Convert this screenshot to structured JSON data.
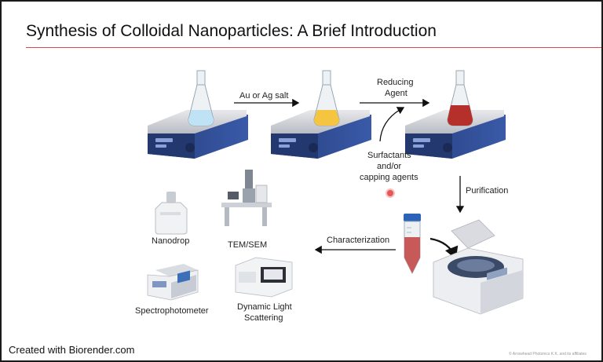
{
  "title": "Synthesis of Colloidal Nanoparticles: A Brief Introduction",
  "labels": {
    "salt": "Au or Ag salt",
    "reducing": "Reducing",
    "agent": "Agent",
    "surf1": "Surfactants",
    "surf2": "and/or",
    "surf3": "capping agents",
    "purification": "Purification",
    "characterization": "Characterization",
    "nanodrop": "Nanodrop",
    "temsem": "TEM/SEM",
    "spectro": "Spectrophotometer",
    "dls1": "Dynamic Light",
    "dls2": "Scattering"
  },
  "footer": "Created with Biorender.com",
  "credit": "© Arrowhead Photonics K.K. and its affiliates",
  "colors": {
    "rule": "#d84a4a",
    "solution_blue": "#bfe3f4",
    "solution_yellow": "#f5c542",
    "solution_red": "#b5302a",
    "stirrer_blue": "#2f4a8c"
  }
}
